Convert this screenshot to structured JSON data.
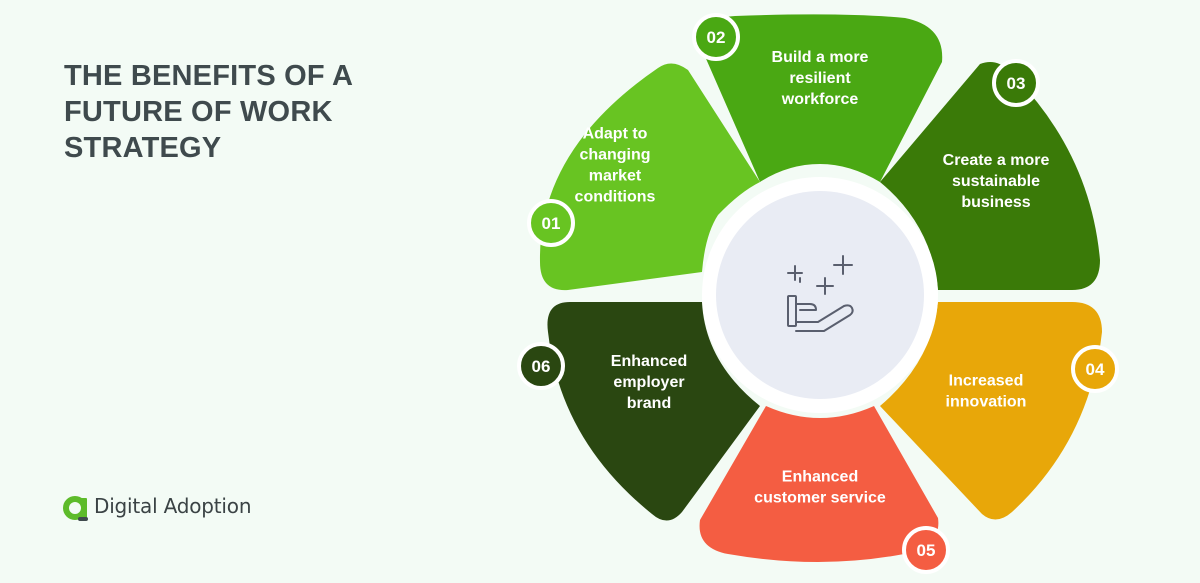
{
  "title_lines": [
    "THE BENEFITS OF A",
    "FUTURE OF WORK",
    "STRATEGY"
  ],
  "brand": {
    "name": "Digital Adoption",
    "color": "#5dbb2a",
    "icon": "digital-adoption-logo"
  },
  "center_icon": "hand-with-sparkles-icon",
  "segments": [
    {
      "number": "01",
      "lines": [
        "Adapt to",
        "changing",
        "market",
        "conditions"
      ],
      "color": "#68c422"
    },
    {
      "number": "02",
      "lines": [
        "Build a more",
        "resilient",
        "workforce"
      ],
      "color": "#4aa813"
    },
    {
      "number": "03",
      "lines": [
        "Create a more",
        "sustainable",
        "business"
      ],
      "color": "#3a7a08"
    },
    {
      "number": "04",
      "lines": [
        "Increased",
        "innovation"
      ],
      "color": "#e8a709"
    },
    {
      "number": "05",
      "lines": [
        "Enhanced",
        "customer service"
      ],
      "color": "#f45d42"
    },
    {
      "number": "06",
      "lines": [
        "Enhanced",
        "employer",
        "brand"
      ],
      "color": "#2a4711"
    }
  ]
}
